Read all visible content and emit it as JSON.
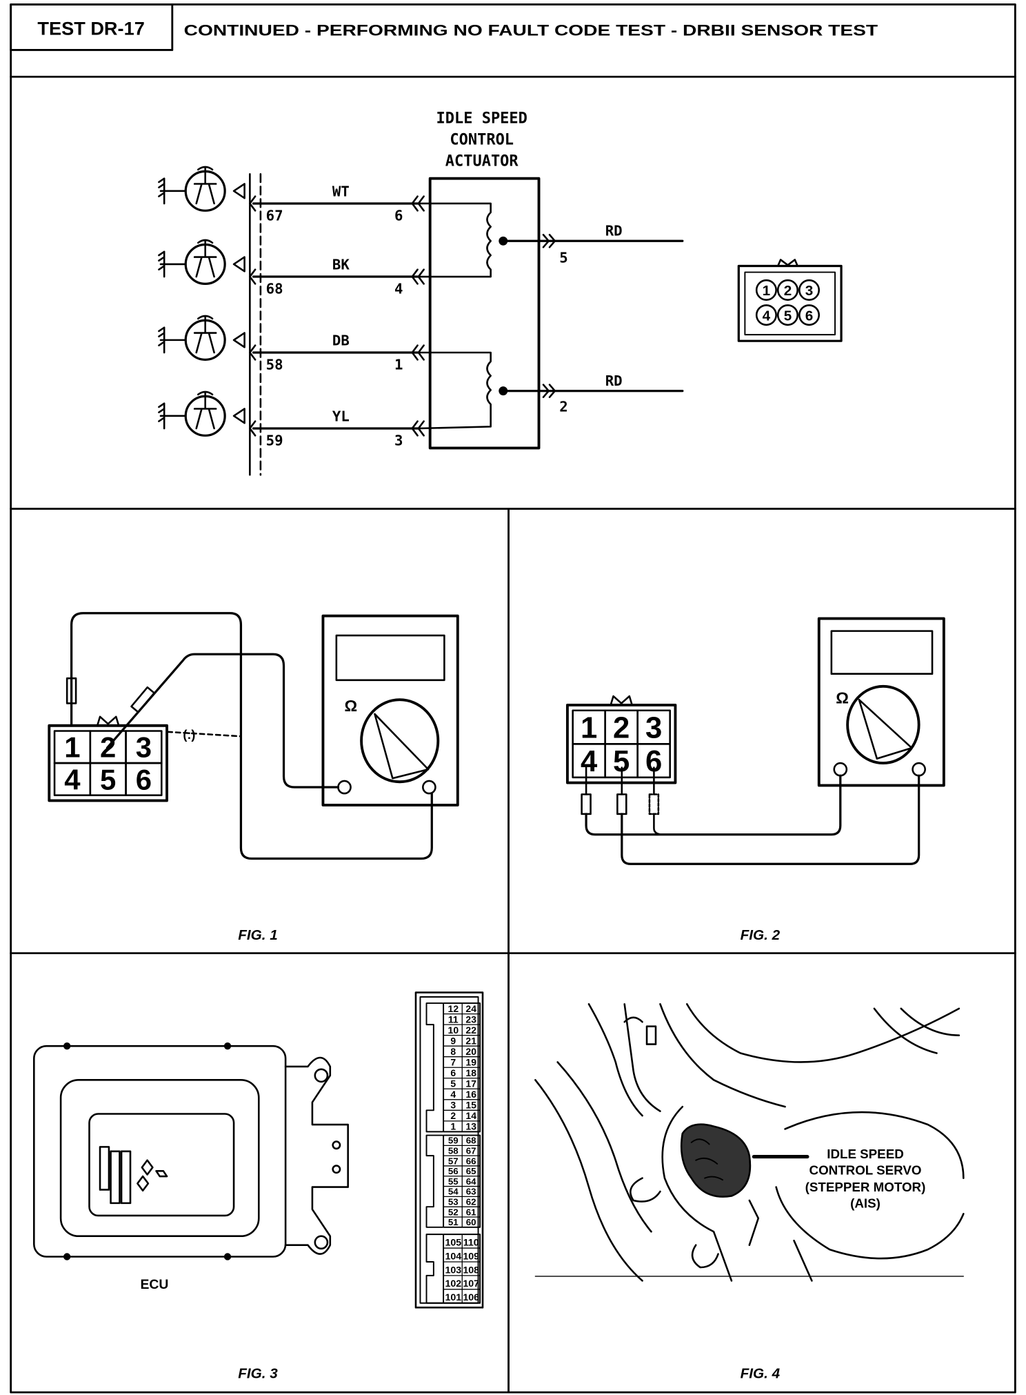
{
  "header": {
    "test_id": "TEST DR-17",
    "title": "CONTINUED - PERFORMING NO FAULT CODE TEST - DRBII SENSOR TEST"
  },
  "schematic": {
    "actuator_label": [
      "IDLE SPEED",
      "CONTROL",
      "ACTUATOR"
    ],
    "wires": [
      {
        "color": "WT",
        "ecu_pin": "67",
        "actuator_pin": "6"
      },
      {
        "color": "BK",
        "ecu_pin": "68",
        "actuator_pin": "4"
      },
      {
        "color": "DB",
        "ecu_pin": "58",
        "actuator_pin": "1"
      },
      {
        "color": "YL",
        "ecu_pin": "59",
        "actuator_pin": "3"
      }
    ],
    "supply": [
      {
        "color": "RD",
        "actuator_pin": "5"
      },
      {
        "color": "RD",
        "actuator_pin": "2"
      }
    ],
    "connector_pins": [
      "1",
      "2",
      "3",
      "4",
      "5",
      "6"
    ]
  },
  "fig1": {
    "caption": "FIG. 1",
    "pins": [
      "1",
      "2",
      "3",
      "4",
      "5",
      "6"
    ],
    "ohm_symbol": "Ω",
    "dashed_probe": "(:)"
  },
  "fig2": {
    "caption": "FIG. 2",
    "pins": [
      "1",
      "2",
      "3",
      "4",
      "5",
      "6"
    ],
    "ohm_symbol": "Ω"
  },
  "fig3": {
    "caption": "FIG. 3",
    "ecu_label": "ECU",
    "pin_groups": [
      [
        [
          "12",
          "24"
        ],
        [
          "11",
          "23"
        ],
        [
          "10",
          "22"
        ],
        [
          "9",
          "21"
        ],
        [
          "8",
          "20"
        ],
        [
          "7",
          "19"
        ],
        [
          "6",
          "18"
        ],
        [
          "5",
          "17"
        ],
        [
          "4",
          "16"
        ],
        [
          "3",
          "15"
        ],
        [
          "2",
          "14"
        ],
        [
          "1",
          "13"
        ]
      ],
      [
        [
          "59",
          "68"
        ],
        [
          "58",
          "67"
        ],
        [
          "57",
          "66"
        ],
        [
          "56",
          "65"
        ],
        [
          "55",
          "64"
        ],
        [
          "54",
          "63"
        ],
        [
          "53",
          "62"
        ],
        [
          "52",
          "61"
        ],
        [
          "51",
          "60"
        ]
      ],
      [
        [
          "105",
          "110"
        ],
        [
          "104",
          "109"
        ],
        [
          "103",
          "108"
        ],
        [
          "102",
          "107"
        ],
        [
          "101",
          "106"
        ]
      ]
    ]
  },
  "fig4": {
    "caption": "FIG. 4",
    "callout": [
      "IDLE SPEED",
      "CONTROL SERVO",
      "(STEPPER MOTOR)",
      "(AIS)"
    ]
  }
}
